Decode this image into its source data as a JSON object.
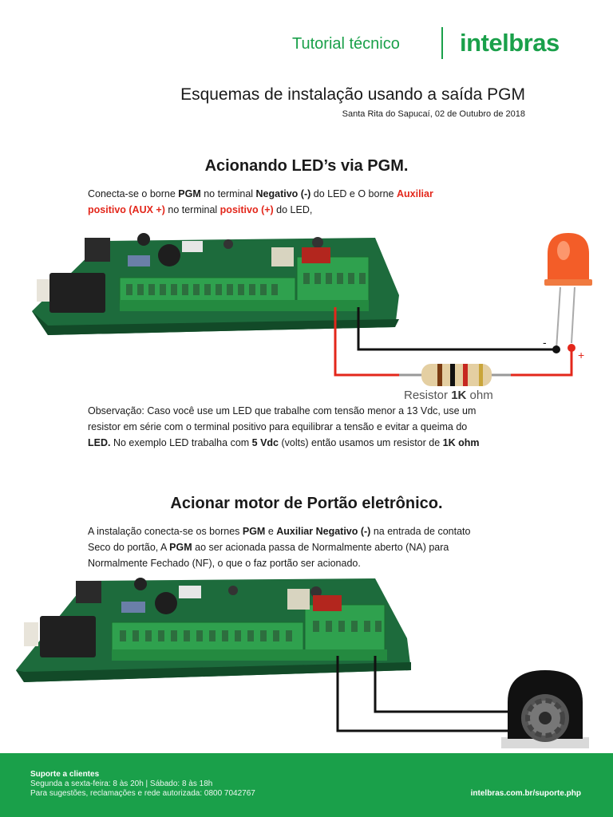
{
  "header": {
    "title": "Tutorial técnico",
    "logo": "intelbras"
  },
  "doc": {
    "title": "Esquemas de instalação usando a saída PGM",
    "date": "Santa Rita do Sapucaí, 02 de Outubro de 2018"
  },
  "section1": {
    "title": "Acionando LED’s via PGM.",
    "p_a": "Conecta-se o borne ",
    "p_pgm": "PGM",
    "p_b": " no terminal ",
    "p_neg": "Negativo (-)",
    "p_c": " do LED e O borne ",
    "p_aux": "Auxiliar",
    "p_aux2": "positivo (AUX +)",
    "p_d": " no terminal ",
    "p_pos": "positivo (+)",
    "p_e": " do LED,",
    "resistor_label": "Resistor ",
    "resistor_value": "1K",
    "resistor_unit": " ohm",
    "led_minus": "-",
    "led_plus": "+",
    "obs_a": " Observação: Caso você use um LED que trabalhe com tensão menor a 13 Vdc, use um",
    "obs_b": "resistor em série com o terminal positivo para equilibrar a tensão e evitar a queima do",
    "obs_led": "LED.",
    "obs_c": " No exemplo LED trabalha com ",
    "obs_5v": "5 Vdc",
    "obs_d": " (volts) então usamos um resistor de ",
    "obs_1k": "1K ohm"
  },
  "section2": {
    "title": "Acionar motor de Portão eletrônico.",
    "p1_a": "A instalação conecta-se os bornes ",
    "p1_pgm": "PGM",
    "p1_e": " e ",
    "p1_aux": "Auxiliar Negativo (-)",
    "p1_b": " na entrada de contato",
    "p2_a": "Seco do portão, A ",
    "p2_pgm": "PGM",
    "p2_b": " ao ser acionada passa de Normalmente aberto (NA) para",
    "p3": "Normalmente Fechado (NF), o que o faz portão ser acionado."
  },
  "footer": {
    "support_title": "Suporte a clientes",
    "hours": "Segunda a sexta-feira: 8 às 20h | Sábado: 8 às 18h",
    "phone": "Para sugestões, reclamações e rede autorizada: 0800 7042767",
    "url": "intelbras.com.br/suporte.php"
  },
  "colors": {
    "brand_green": "#1aa04a",
    "accent_red": "#e3271b",
    "board_green": "#1d6b3c",
    "terminal_green": "#2fa14e"
  }
}
